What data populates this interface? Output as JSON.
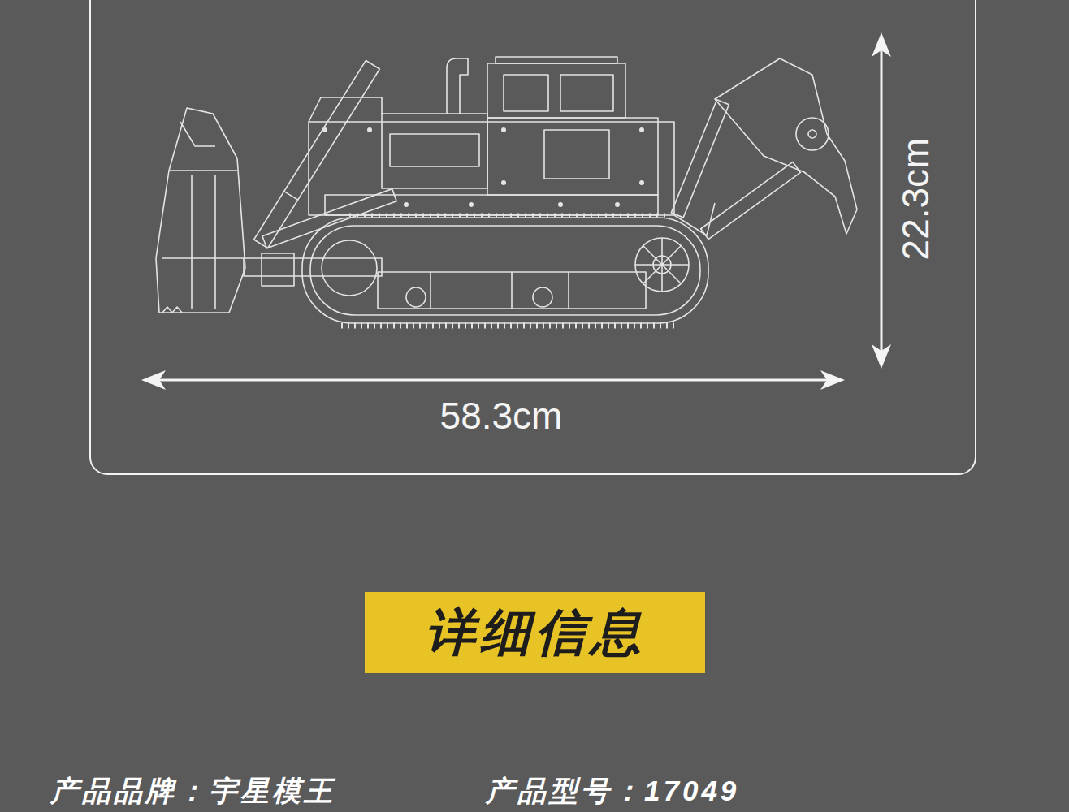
{
  "diagram": {
    "nodes": [
      {
        "text": [
          "22.3cm",
          "58.3cm"
        ]
      },
      {
        "text": [
          "详细信息"
        ]
      }
    ],
    "labels": [
      "产品品牌：宇星模王",
      "产品型号：17049"
    ]
  }
}
